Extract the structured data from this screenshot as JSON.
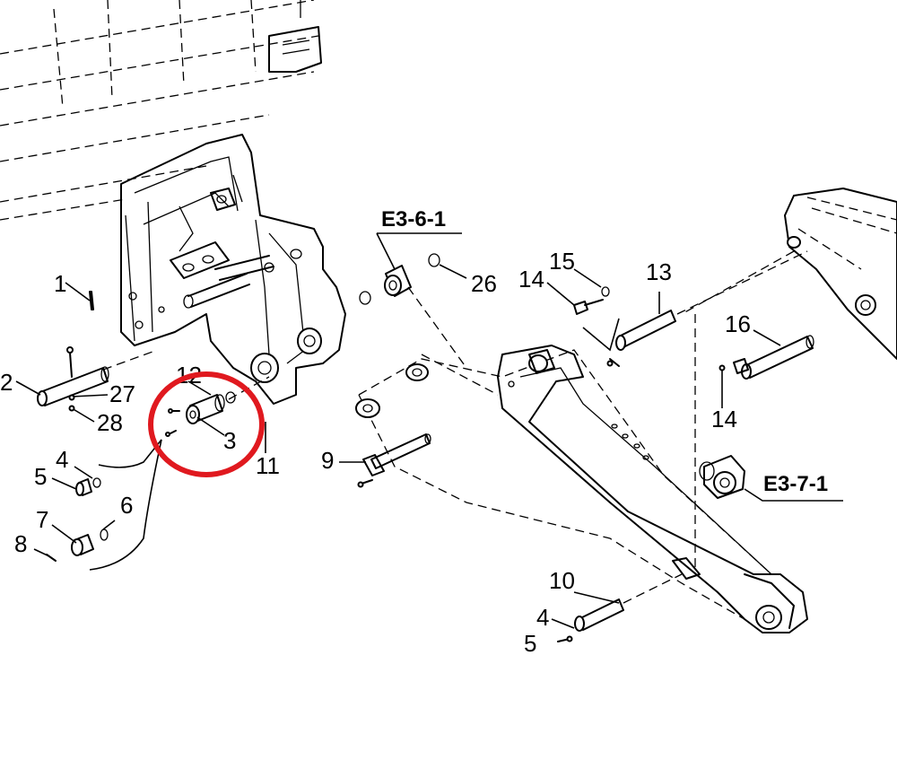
{
  "callouts": {
    "c1": "1",
    "c2": "2",
    "c27": "27",
    "c28": "28",
    "c12": "12",
    "c3": "3",
    "c11": "11",
    "c4a": "4",
    "c5a": "5",
    "c6": "6",
    "c7": "7",
    "c8": "8",
    "c9": "9",
    "c26": "26",
    "c15": "15",
    "c14a": "14",
    "c13": "13",
    "c16": "16",
    "c14b": "14",
    "c10": "10",
    "c4b": "4",
    "c5b": "5"
  },
  "references": {
    "r1": "E3-6-1",
    "r2": "E3-7-1"
  },
  "highlight": {
    "color": "#e0191f"
  }
}
